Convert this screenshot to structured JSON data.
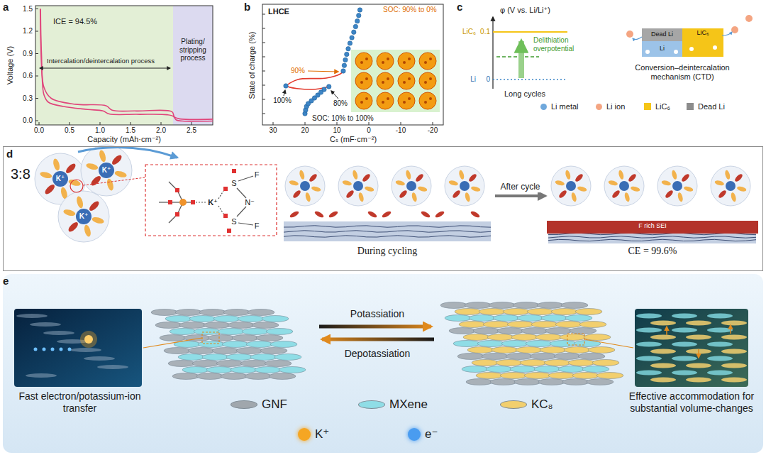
{
  "diagram": {
    "nodes": [
      {
        "text": [
          "a"
        ]
      },
      {
        "text": [
          "b"
        ]
      },
      {
        "text": [
          "c"
        ]
      },
      {
        "text": [
          "d"
        ]
      },
      {
        "text": [
          "e"
        ]
      },
      {
        "text": [
          "Dead Li"
        ],
        "in": 2
      },
      {
        "text": [
          "LiC₆"
        ],
        "in": 2
      },
      {
        "text": [
          "Li"
        ],
        "in": 2
      },
      {
        "text": [
          "During cycling"
        ],
        "in": 3
      },
      {
        "text": [
          "CE = 99.6%"
        ],
        "in": 3
      },
      {
        "text": [
          "F rich SEI"
        ],
        "in": 9
      },
      {
        "text": [
          "Fast electron/potassium-ion transfer"
        ],
        "in": 4
      },
      {
        "text": [
          "Effective accommodation for substantial volume-changes"
        ],
        "in": 4
      }
    ],
    "edges": [
      {
        "from": 8,
        "to": 9,
        "arrow": "to",
        "label": "After cycle"
      }
    ],
    "labels": [
      "Voltage (V)",
      "1.5",
      "1.2",
      "0.9",
      "0.6",
      "0.3",
      "0.0",
      "0.0",
      "0.5",
      "1.0",
      "1.5",
      "2.0",
      "2.5",
      "Capacity (mAh·cm⁻²)",
      "ICE = 94.5%",
      "Intercalation/deintercalation process",
      "Plating/ stripping process",
      "LHCE",
      "SOC: 90% to 0%",
      "90%",
      "100%",
      "80%",
      "SOC: 10% to 100%",
      "State of charge (%)",
      "30",
      "20",
      "10",
      "0",
      "-10",
      "-20",
      "Cₛ (mF·cm⁻²)",
      "φ (V vs. Li/Li⁺)",
      "LiC₆",
      "0.1",
      "Li",
      "0",
      "Delithiation overpotential",
      "Long cycles",
      "Conversion–deintercalation mechanism (CTD)",
      "3:8",
      "K⁺",
      "K⁺",
      "K⁺",
      "S",
      "F",
      "N⁻",
      "S",
      "F",
      "K⁺",
      "Potassiation",
      "Depotassiation"
    ],
    "legend": [
      {
        "text": "Li metal",
        "color": "#6fa8dc"
      },
      {
        "text": "Li ion",
        "color": "#f4a582"
      },
      {
        "text": "LiC₆",
        "color": "#f5c518"
      },
      {
        "text": "Dead Li",
        "color": "#8c8c8c"
      },
      {
        "text": "GNF",
        "color": "#a0a7ad"
      },
      {
        "text": "MXene",
        "color": "#8fdde6"
      },
      {
        "text": "KC₈",
        "color": "#f2cf6e"
      },
      {
        "text": "K⁺",
        "color": "#f5a623"
      },
      {
        "text": "e⁻",
        "color": "#4a9cf0"
      }
    ]
  }
}
